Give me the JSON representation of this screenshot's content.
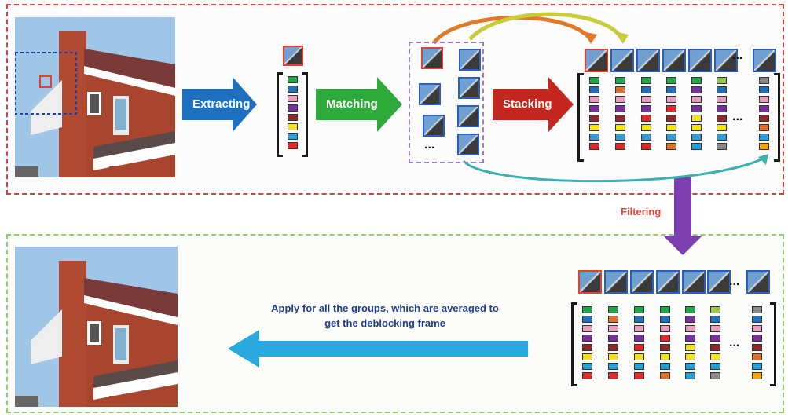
{
  "labels": {
    "extracting": "Extracting",
    "matching": "Matching",
    "stacking": "Stacking",
    "filtering": "Filtering",
    "apply_line1": "Apply for all the groups, which are averaged to",
    "apply_line2": "get the deblocking frame",
    "ellipsis": "..."
  },
  "colors": {
    "top_border": "#d9433a",
    "bottom_border": "#8fcf6a",
    "extract_arrow": "#1f6fbf",
    "match_arrow": "#2eaa3a",
    "stack_arrow": "#c4271f",
    "filter_arrow": "#7b3fb0",
    "apply_arrow": "#29a9e0",
    "group_box": "#9a7bd0"
  },
  "column_colors": [
    [
      "#1fa84a",
      "#1f6fbf",
      "#e5a0c0",
      "#7a2fa0",
      "#8b2a2a",
      "#f4e21a",
      "#2a9fd6",
      "#e02a2a"
    ],
    [
      "#1fa84a",
      "#e0702a",
      "#e5a0c0",
      "#7a2fa0",
      "#8b2a2a",
      "#f4e21a",
      "#2a9fd6",
      "#e02a2a"
    ],
    [
      "#1fa84a",
      "#1f6fbf",
      "#e5a0c0",
      "#7a2fa0",
      "#e02a2a",
      "#f4e21a",
      "#2a9fd6",
      "#e02a2a"
    ],
    [
      "#1fa84a",
      "#1f6fbf",
      "#e5a0c0",
      "#e02a2a",
      "#8b2a2a",
      "#f4e21a",
      "#2a9fd6",
      "#e0702a"
    ],
    [
      "#1fa84a",
      "#7a2fa0",
      "#e5a0c0",
      "#7a2fa0",
      "#f4e21a",
      "#f4e21a",
      "#2a9fd6",
      "#2a9fd6"
    ],
    [
      "#9ac94a",
      "#1f6fbf",
      "#e5a0c0",
      "#7a2fa0",
      "#8b2a2a",
      "#f4e21a",
      "#2a9fd6",
      "#888888"
    ],
    [
      "#888888",
      "#1f6fbf",
      "#e5a0c0",
      "#7a2fa0",
      "#8b2a2a",
      "#e0702a",
      "#2a9fd6",
      "#f4a21a"
    ]
  ]
}
